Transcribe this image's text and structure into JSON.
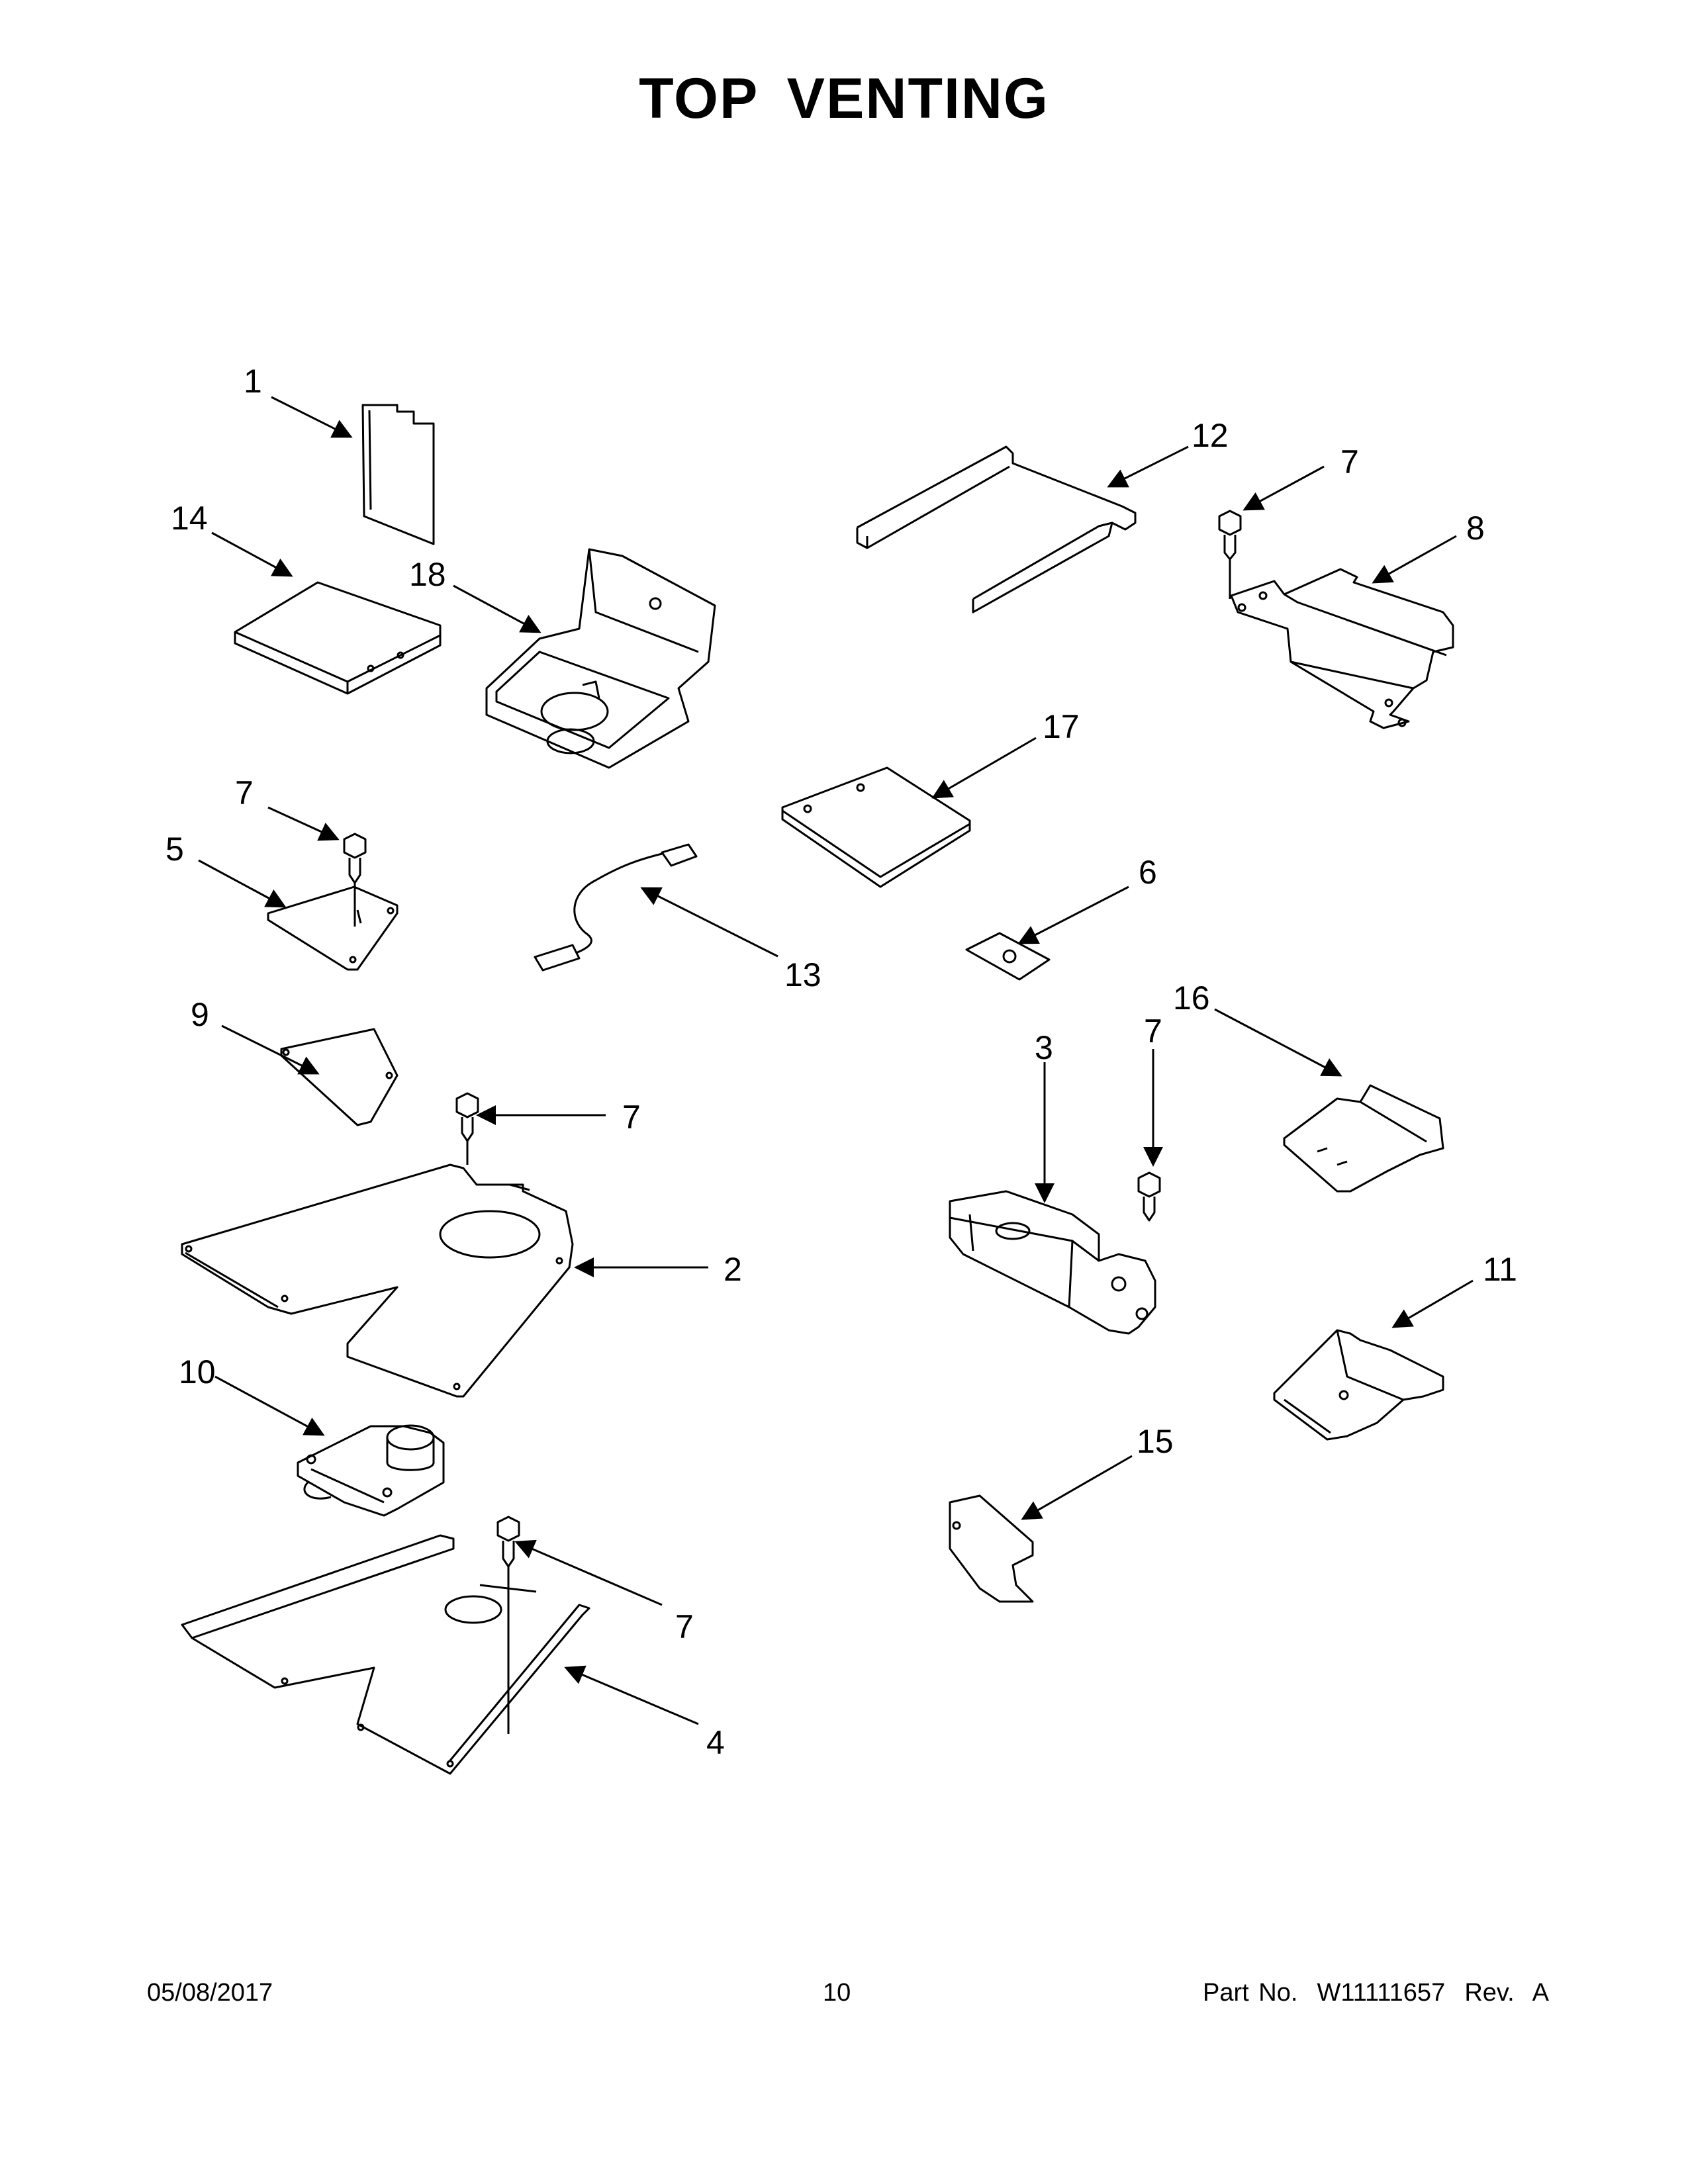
{
  "title": "TOP  VENTING",
  "footer": {
    "date": "05/08/2017",
    "page": "10",
    "part_no": "Part No.  W11111657  Rev.  A"
  },
  "callouts": [
    "1",
    "14",
    "18",
    "7",
    "5",
    "13",
    "9",
    "7",
    "2",
    "10",
    "7",
    "4",
    "12",
    "7",
    "8",
    "17",
    "6",
    "16",
    "7",
    "3",
    "11",
    "15"
  ]
}
